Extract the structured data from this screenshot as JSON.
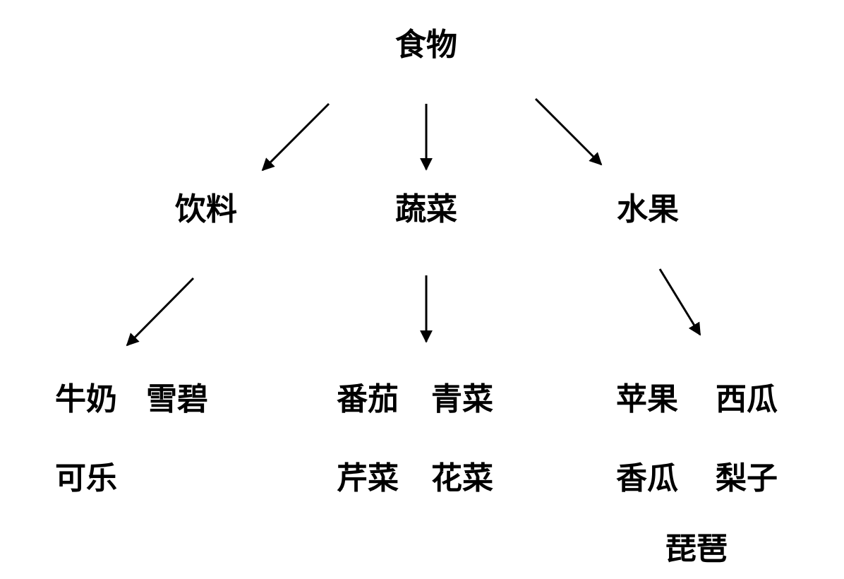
{
  "root": {
    "label": "食物"
  },
  "categories": [
    {
      "label": "饮料",
      "items": [
        "牛奶",
        "雪碧",
        "可乐"
      ]
    },
    {
      "label": "蔬菜",
      "items": [
        "番茄",
        "青菜",
        "芹菜",
        "花菜"
      ]
    },
    {
      "label": "水果",
      "items": [
        "苹果",
        "西瓜",
        "香瓜",
        "梨子",
        "琵琶"
      ]
    }
  ],
  "colors": {
    "text": "#000000",
    "arrow": "#000000",
    "background": "#ffffff"
  }
}
